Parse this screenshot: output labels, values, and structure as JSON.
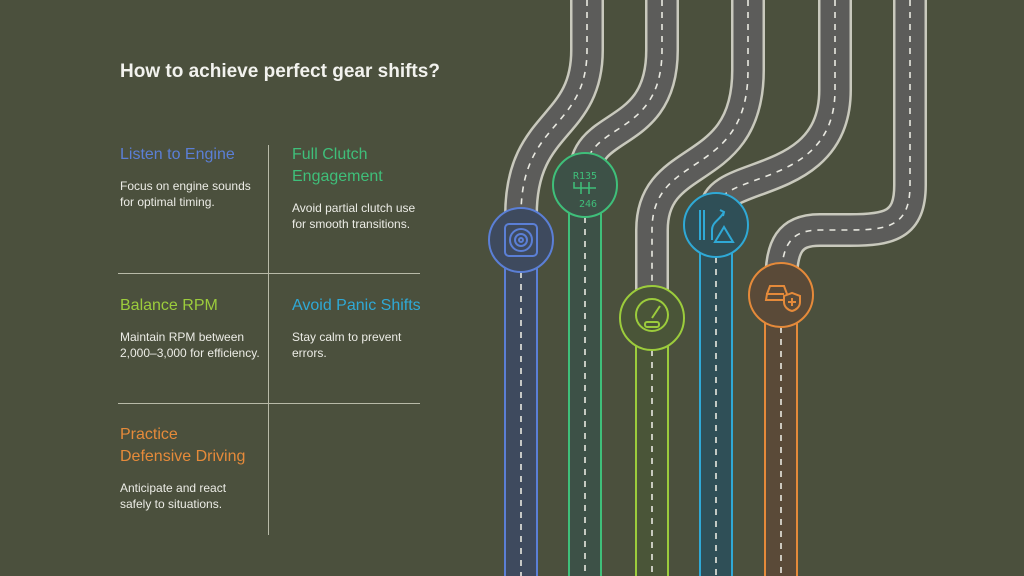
{
  "title": "How to achieve perfect gear shifts?",
  "items": [
    {
      "heading": "Listen to Engine",
      "text": "Focus on engine sounds for optimal timing.",
      "color": "#5b7fd6",
      "icon": "speaker-icon"
    },
    {
      "heading": "Full Clutch Engagement",
      "text": "Avoid partial clutch use for smooth transitions.",
      "color": "#3fbf7a",
      "icon": "gear-shift-pattern-icon",
      "icon_text": [
        "R135",
        "246"
      ]
    },
    {
      "heading": "Balance RPM",
      "text": "Maintain RPM between 2,000–3,000 for efficiency.",
      "color": "#9ccc3c",
      "icon": "speedometer-icon"
    },
    {
      "heading": "Avoid Panic Shifts",
      "text": "Stay calm to prevent errors.",
      "color": "#2fa9d6",
      "icon": "lane-change-warning-icon"
    },
    {
      "heading": "Practice Defensive Driving",
      "text": "Anticipate and react safely to situations.",
      "color": "#e58a3a",
      "icon": "car-shield-icon"
    }
  ]
}
